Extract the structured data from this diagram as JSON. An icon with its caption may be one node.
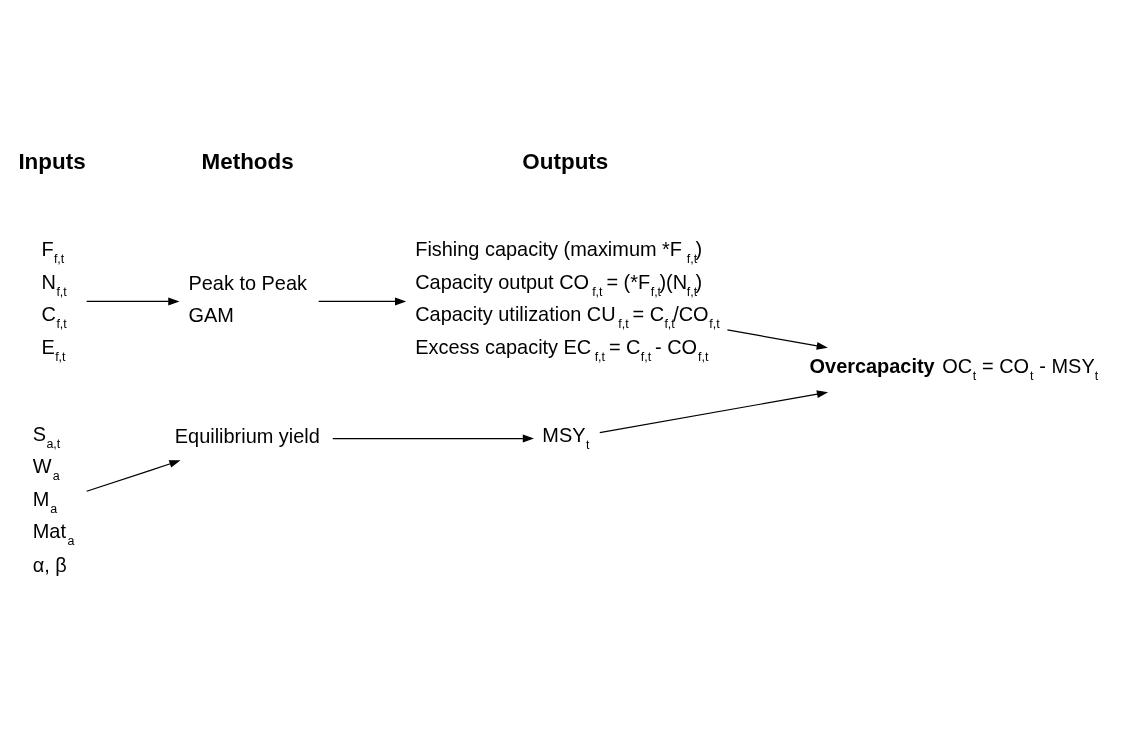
{
  "diagram": {
    "nodes": [
      {
        "text": [
          "F$_{f,t}$",
          "N$_{f,t}$",
          "C$_{f,t}$",
          "E$_{f,t}$"
        ]
      },
      {
        "text": [
          "Peak to Peak",
          "GAM"
        ]
      },
      {
        "text": [
          "Fishing capacity (maximum *F$_{f,t}$)",
          "Capacity output CO$_{f,t}$ = (*F$_{f,t}$)(N$_{f,t}$)",
          "Capacity utilization CU$_{f,t}$ = C$_{f,t}$/CO$_{f,t}$",
          "Excess capacity EC$_{f,t}$ = C$_{f,t}$ - CO$_{f,t}$"
        ]
      },
      {
        "text": [
          "S$_{a,t}$",
          "W$_{a}$",
          "M$_{a}$",
          "Mat$_{a}$",
          "α, β"
        ]
      },
      {
        "text": [
          "Equilibrium yield"
        ]
      },
      {
        "text": [
          "MSY$_{t}$"
        ]
      },
      {
        "text": [
          "**Overcapacity** OC$_{t}$ = CO$_{t}$ - MSY$_{t}$"
        ]
      }
    ],
    "edges": [
      {
        "from": 0,
        "to": 1,
        "arrow": "to"
      },
      {
        "from": 1,
        "to": 2,
        "arrow": "to"
      },
      {
        "from": 3,
        "to": 4,
        "arrow": "to"
      },
      {
        "from": 4,
        "to": 5,
        "arrow": "to"
      },
      {
        "from": 2,
        "to": 6,
        "arrow": "to"
      },
      {
        "from": 5,
        "to": 6,
        "arrow": "to"
      }
    ],
    "labels": [
      "Inputs",
      "Methods",
      "Outputs"
    ]
  }
}
